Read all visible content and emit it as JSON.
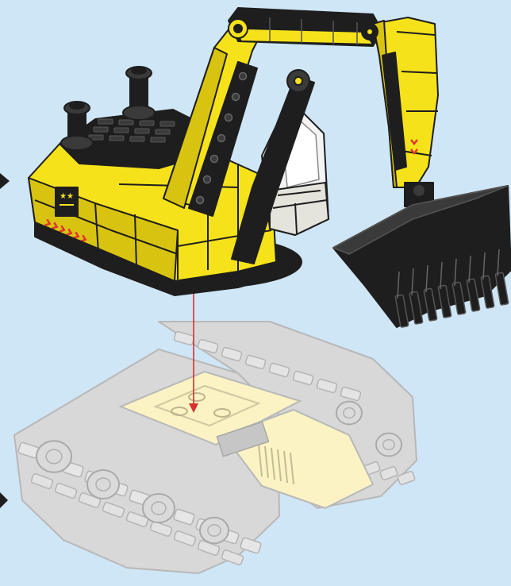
{
  "colors": {
    "background": "#cfe6f6",
    "yellow": "#f6e21a",
    "yellow_shade": "#d8c410",
    "black": "#1e1e1e",
    "dark_gray": "#3a3a3a",
    "white": "#f4f4f4",
    "ghost_gray": "#d8d8d8",
    "ghost_outline": "#b8b8b8",
    "ghost_yellow": "#fbf3c4",
    "arrow_red": "#d63030",
    "chevron_red": "#e0362a"
  },
  "icons": {
    "upper_structure": "excavator-upper-body",
    "lower_structure": "track-undercarriage",
    "attach_arrow": "arrow-down",
    "step_arrow": "triangle-right"
  }
}
